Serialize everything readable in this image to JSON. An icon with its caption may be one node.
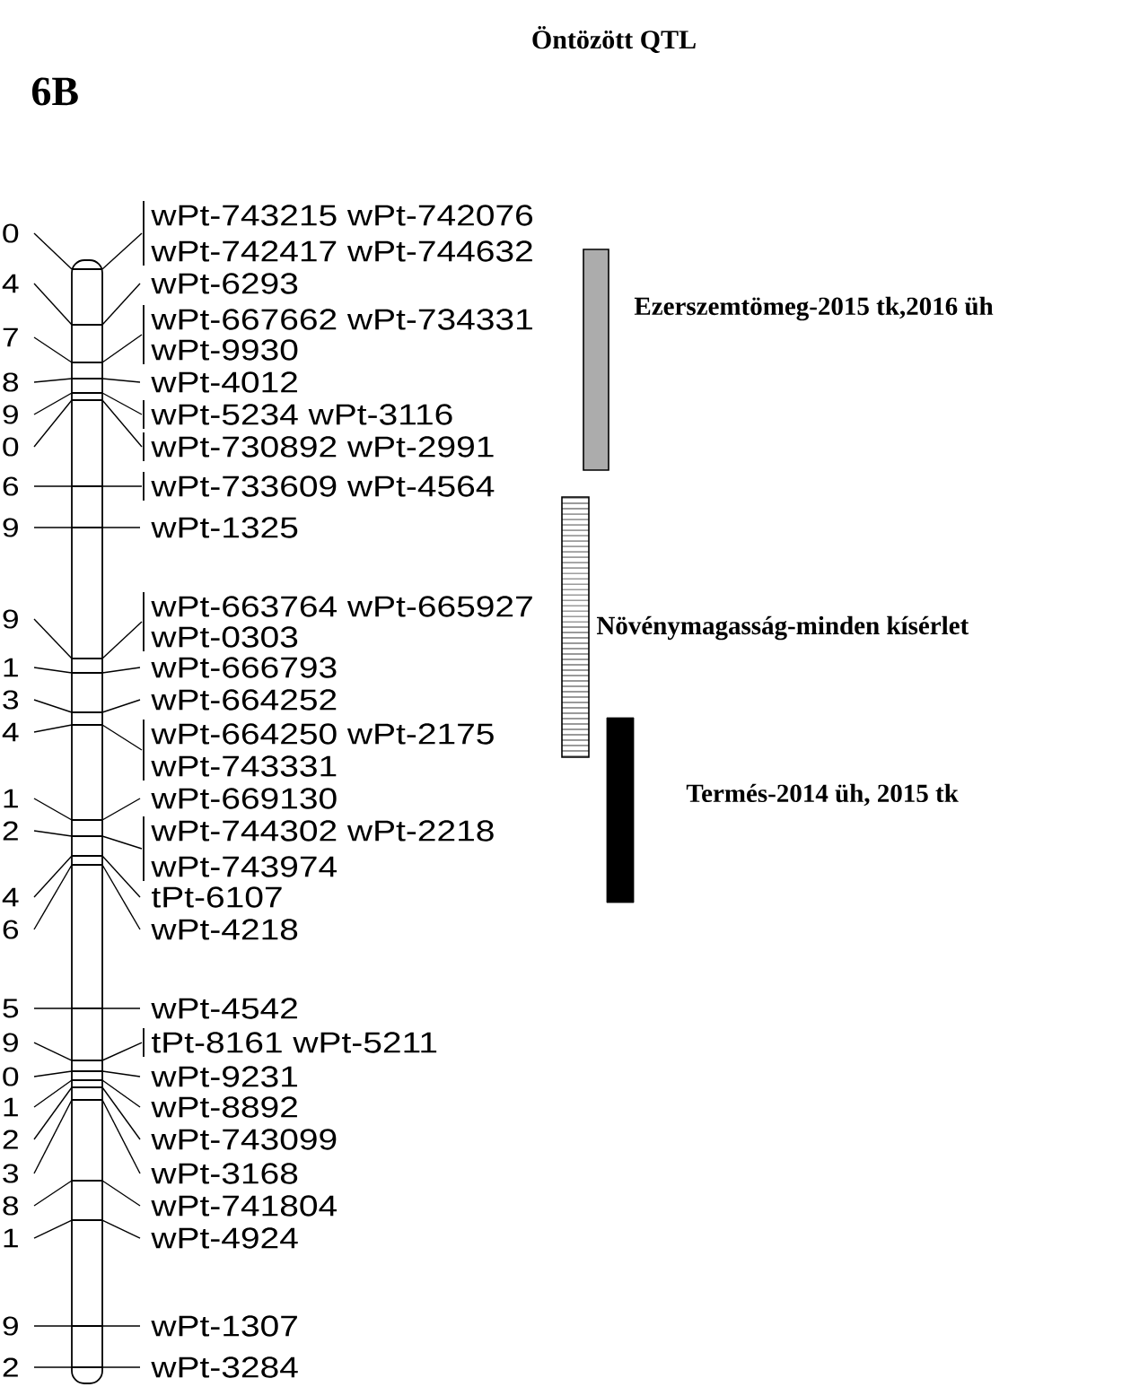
{
  "diagram": {
    "title": "Öntözött QTL",
    "nodes": [
      {
        "text": [],
        "shape": "bar",
        "beside": [
          "Ezerszemtömeg-2015 tk,2016 üh"
        ]
      },
      {
        "text": [],
        "shape": "bar",
        "beside": [
          "Növénymagasság-minden kísérlet"
        ]
      },
      {
        "text": [],
        "shape": "bar",
        "beside": [
          "Termés-2014 üh, 2015 tk"
        ]
      }
    ],
    "labels": [
      "6B",
      "wPt-743215 wPt-742076",
      "0",
      "wPt-742417 wPt-744632",
      "4",
      "wPt-6293",
      "wPt-667662 wPt-734331",
      "7",
      "wPt-9930",
      "8",
      "wPt-4012",
      "9",
      "wPt-5234 wPt-3116",
      "0",
      "wPt-730892 wPt-2991",
      "6",
      "wPt-733609 wPt-4564",
      "9",
      "wPt-1325",
      "wPt-663764 wPt-665927",
      "9",
      "wPt-0303",
      "1",
      "wPt-666793",
      "3",
      "wPt-664252",
      "4",
      "wPt-664250 wPt-2175",
      "wPt-743331",
      "1",
      "wPt-669130",
      "2",
      "wPt-744302 wPt-2218",
      "wPt-743974",
      "4",
      "tPt-6107",
      "6",
      "wPt-4218",
      "5",
      "wPt-4542",
      "9",
      "tPt-8161 wPt-5211",
      "0",
      "wPt-9231",
      "1",
      "wPt-8892",
      "2",
      "wPt-743099",
      "3",
      "wPt-3168",
      "8",
      "wPt-741804",
      "1",
      "wPt-4924",
      "9",
      "wPt-1307",
      "2",
      "wPt-3284"
    ]
  }
}
